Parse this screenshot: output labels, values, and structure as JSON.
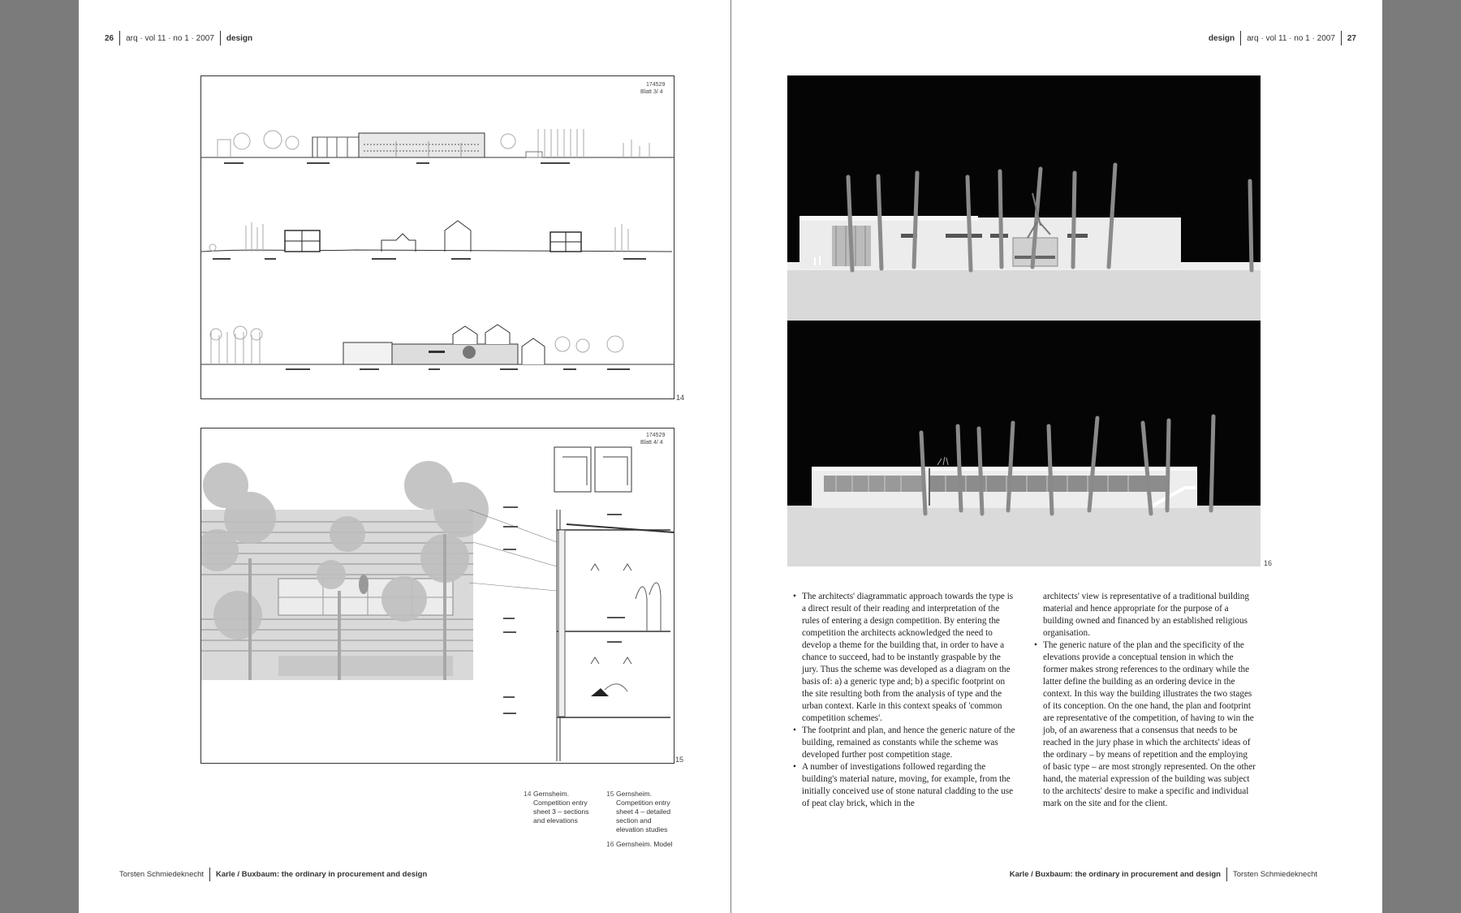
{
  "left_page": {
    "header": {
      "page_number": "26",
      "journal": "arq · vol 11 · no 1 · 2007",
      "section": "design"
    },
    "figure14": {
      "stamp_line1": "174529",
      "stamp_line2": "Blatt 3/ 4",
      "number": "14"
    },
    "figure15": {
      "stamp_line1": "174529",
      "stamp_line2": "Blatt 4/ 4",
      "number": "15"
    },
    "captions": [
      {
        "number": "14",
        "text": "Gernsheim. Competition entry sheet 3 – sections and elevations"
      },
      {
        "number": "15",
        "text": "Gernsheim. Competition entry sheet 4 – detailed section and elevation studies"
      },
      {
        "number": "16",
        "text": "Gernsheim. Model"
      }
    ],
    "footer": {
      "author": "Torsten Schmiedeknecht",
      "title": "Karle / Buxbaum: the ordinary in procurement and design"
    }
  },
  "right_page": {
    "header": {
      "section": "design",
      "journal": "arq · vol 11 · no 1 · 2007",
      "page_number": "27"
    },
    "figure16": {
      "number": "16"
    },
    "body_col1": [
      "The architects' diagrammatic approach towards the type is a direct result of their reading and interpretation of the rules of entering a design competition. By entering the competition the architects acknowledged the need to develop a theme for the building that, in order to have a chance to succeed, had to be instantly graspable by the jury. Thus the scheme was developed as a diagram on the basis of: a) a generic type and; b) a specific footprint on the site resulting both from the analysis of type and the urban context. Karle in this context speaks of 'common competition schemes'.",
      "The footprint and plan, and hence the generic nature of the building, remained as constants while the scheme was developed further post competition stage.",
      "A number of investigations followed regarding the building's material nature, moving, for example, from the initially conceived use of stone natural cladding to the use of peat clay brick, which in the"
    ],
    "body_col2": [
      "architects' view is representative of a traditional building material and hence appropriate for the purpose of a building owned and financed by an established religious organisation.",
      "The generic nature of the plan and the specificity of the elevations provide a conceptual tension in which the former makes strong references to the ordinary while the latter define the building as an ordering device in the context. In this way the building illustrates the two stages of its conception. On the one hand, the plan and footprint are representative of the competition, of having to win the job, of an awareness that a consensus that needs to be reached in the jury phase in which the architects' ideas of the ordinary – by means of repetition and the employing of basic type – are most strongly represented. On the other hand, the material expression of the building was subject to the architects' desire to make a specific and individual mark on the site and for the client."
    ],
    "footer": {
      "title": "Karle / Buxbaum: the ordinary in procurement and design",
      "author": "Torsten Schmiedeknecht"
    }
  }
}
